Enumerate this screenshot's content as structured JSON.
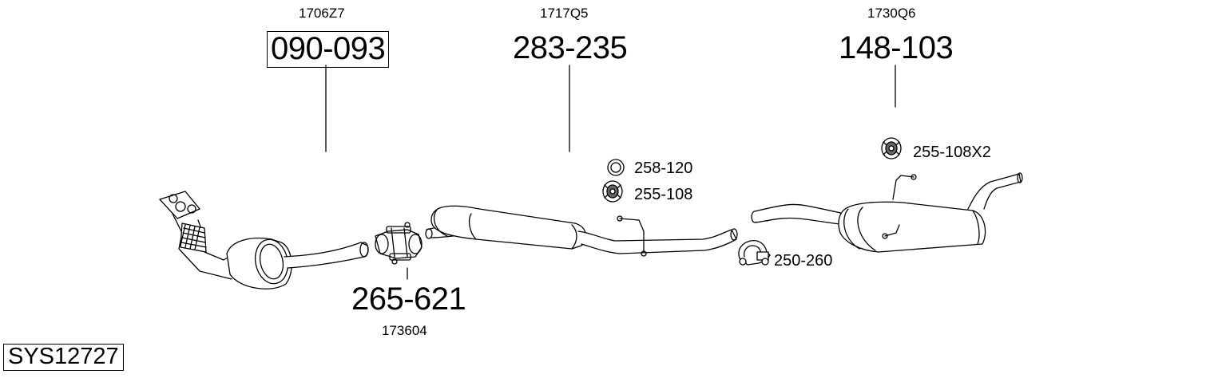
{
  "parts": {
    "catalytic": {
      "oem": "1706Z7",
      "part": "090-093"
    },
    "front_silencer": {
      "oem": "1717Q5",
      "part": "283-235"
    },
    "rear_silencer": {
      "oem": "1730Q6",
      "part": "148-103"
    },
    "clamp_connector": {
      "oem": "173604",
      "part": "265-621"
    }
  },
  "accessories": {
    "ring": "258-120",
    "rubber_mount": "255-108",
    "rubber_mount_x2": "255-108X2",
    "clamp": "250-260"
  },
  "system": {
    "code": "SYS12727"
  }
}
